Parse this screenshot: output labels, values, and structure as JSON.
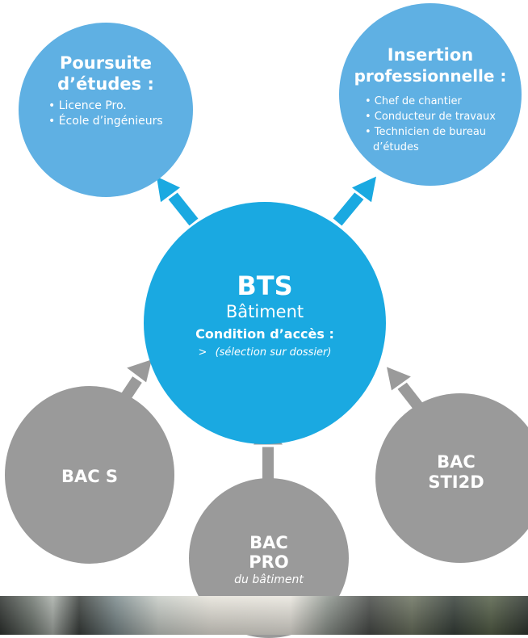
{
  "poursuite": {
    "title_line1": "Poursuite",
    "title_line2": "d’études :",
    "items": [
      "• Licence Pro.",
      "• École d’ingénieurs"
    ]
  },
  "insertion": {
    "title_line1": "Insertion",
    "title_line2": "professionnelle :",
    "items": [
      "• Chef de chantier",
      "• Conducteur de travaux",
      "• Technicien de bureau",
      "d’études"
    ]
  },
  "bts": {
    "title": "BTS",
    "subtitle": "Bâtiment",
    "condition_label": "Condition d’accès :",
    "condition_marker": ">",
    "condition_text": "(sélection sur dossier)"
  },
  "bac_s": {
    "label": "BAC S"
  },
  "bac_sti2d": {
    "line1": "BAC",
    "line2": "STI2D"
  },
  "bac_pro": {
    "line1": "BAC",
    "line2": "PRO",
    "line3": "du bâtiment"
  },
  "colors": {
    "outcome_circle": "#5fb0e3",
    "bts_circle": "#1aa9e1",
    "bac_circle": "#9a9a9a",
    "arrow_blue": "#1aa9e1",
    "arrow_grey": "#9a9a9a"
  }
}
